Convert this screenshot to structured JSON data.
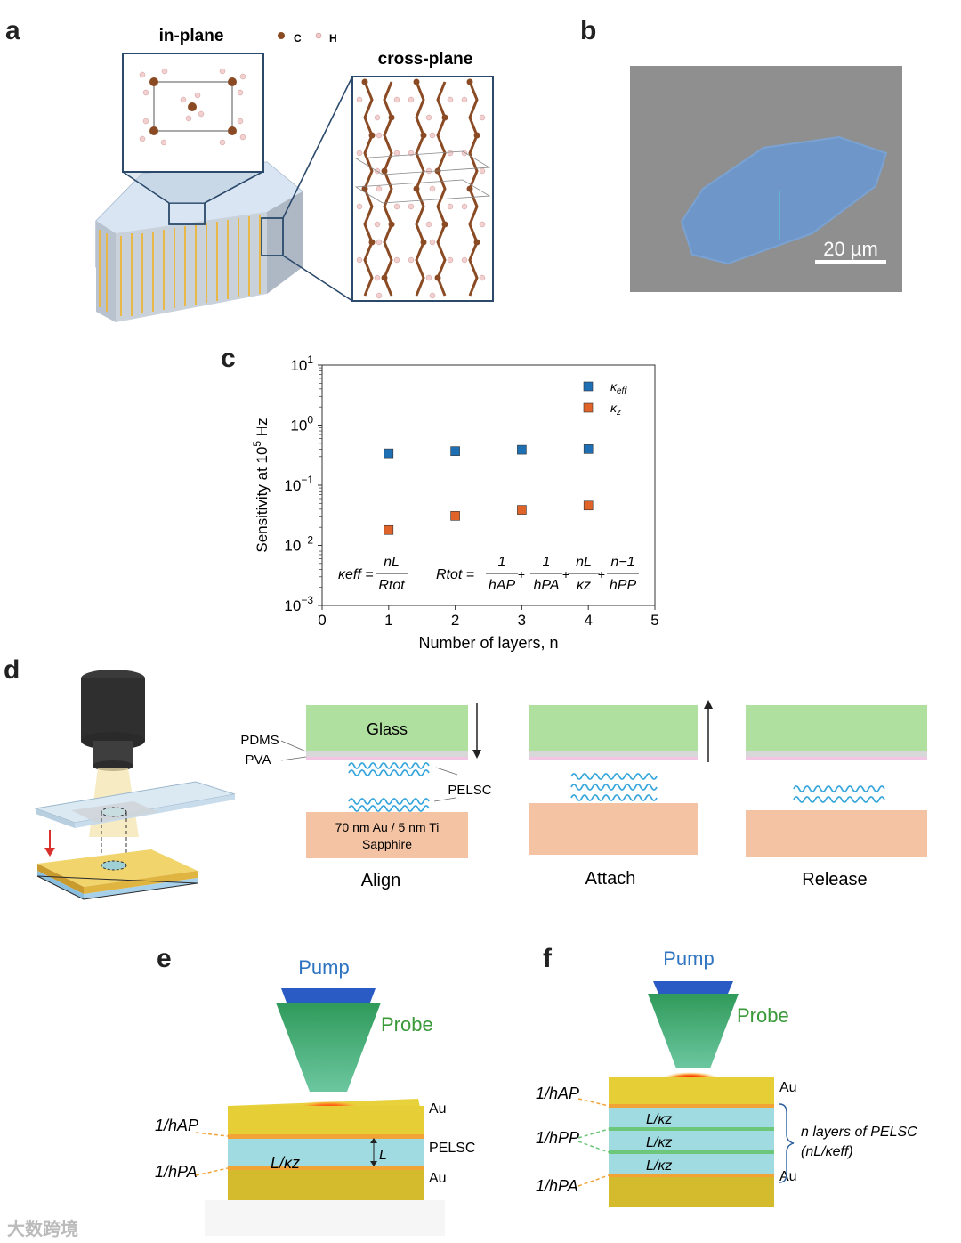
{
  "panels": {
    "a": "a",
    "b": "b",
    "c": "c",
    "d": "d",
    "e": "e",
    "f": "f"
  },
  "panel_a": {
    "in_plane": "in-plane",
    "cross_plane": "cross-plane",
    "legend_c": "C",
    "legend_h": "H"
  },
  "panel_b": {
    "scale_bar": "20 µm"
  },
  "chart_data": {
    "type": "scatter",
    "ylabel": "Sensitivity at 10^5 Hz",
    "xlabel": "Number of layers, n",
    "xlim": [
      0,
      5
    ],
    "ylim": [
      0.001,
      10
    ],
    "yscale": "log",
    "x_ticks": [
      "0",
      "1",
      "2",
      "3",
      "4",
      "5"
    ],
    "y_ticks": [
      {
        "base": "10",
        "exp": "1",
        "value": 10
      },
      {
        "base": "10",
        "exp": "0",
        "value": 1
      },
      {
        "base": "10",
        "exp": "−1",
        "value": 0.1
      },
      {
        "base": "10",
        "exp": "−2",
        "value": 0.01
      },
      {
        "base": "10",
        "exp": "−3",
        "value": 0.001
      }
    ],
    "series": [
      {
        "name": "κeff",
        "color": "#1f6fb4",
        "x": [
          1,
          2,
          3,
          4
        ],
        "y": [
          0.34,
          0.37,
          0.39,
          0.4
        ]
      },
      {
        "name": "κz",
        "color": "#e0642a",
        "x": [
          1,
          2,
          3,
          4
        ],
        "y": [
          0.018,
          0.031,
          0.039,
          0.046
        ]
      }
    ],
    "equations": {
      "keff_lhs": "κeff =",
      "keff_num": "nL",
      "keff_den": "Rtot",
      "rtot_lhs": "Rtot =",
      "t1_num": "1",
      "t1_den": "hAP",
      "t2_num": "1",
      "t2_den": "hPA",
      "t3_num": "nL",
      "t3_den": "κz",
      "t4_num": "n−1",
      "t4_den": "hPP",
      "plus": "+"
    }
  },
  "panel_d": {
    "glass": "Glass",
    "pdms": "PDMS",
    "pva": "PVA",
    "pelsc": "PELSC",
    "substrate_line1": "70 nm Au / 5 nm Ti",
    "substrate_line2": "Sapphire",
    "step_align": "Align",
    "step_attach": "Attach",
    "step_release": "Release"
  },
  "panel_e": {
    "pump": "Pump",
    "probe": "Probe",
    "au_top": "Au",
    "pelsc": "PELSC",
    "au_bottom": "Au",
    "hap": "1/hAP",
    "hpa": "1/hPA",
    "lkz": "L/κz",
    "l": "L"
  },
  "panel_f": {
    "pump": "Pump",
    "probe": "Probe",
    "au_top": "Au",
    "au_bottom": "Au",
    "hap": "1/hAP",
    "hpp": "1/hPP",
    "hpa": "1/hPA",
    "lkz": "L/κz",
    "n_layers": "n layers of PELSC",
    "n_layers_sub": "(nL/κeff)"
  },
  "watermark": "大数跨境"
}
